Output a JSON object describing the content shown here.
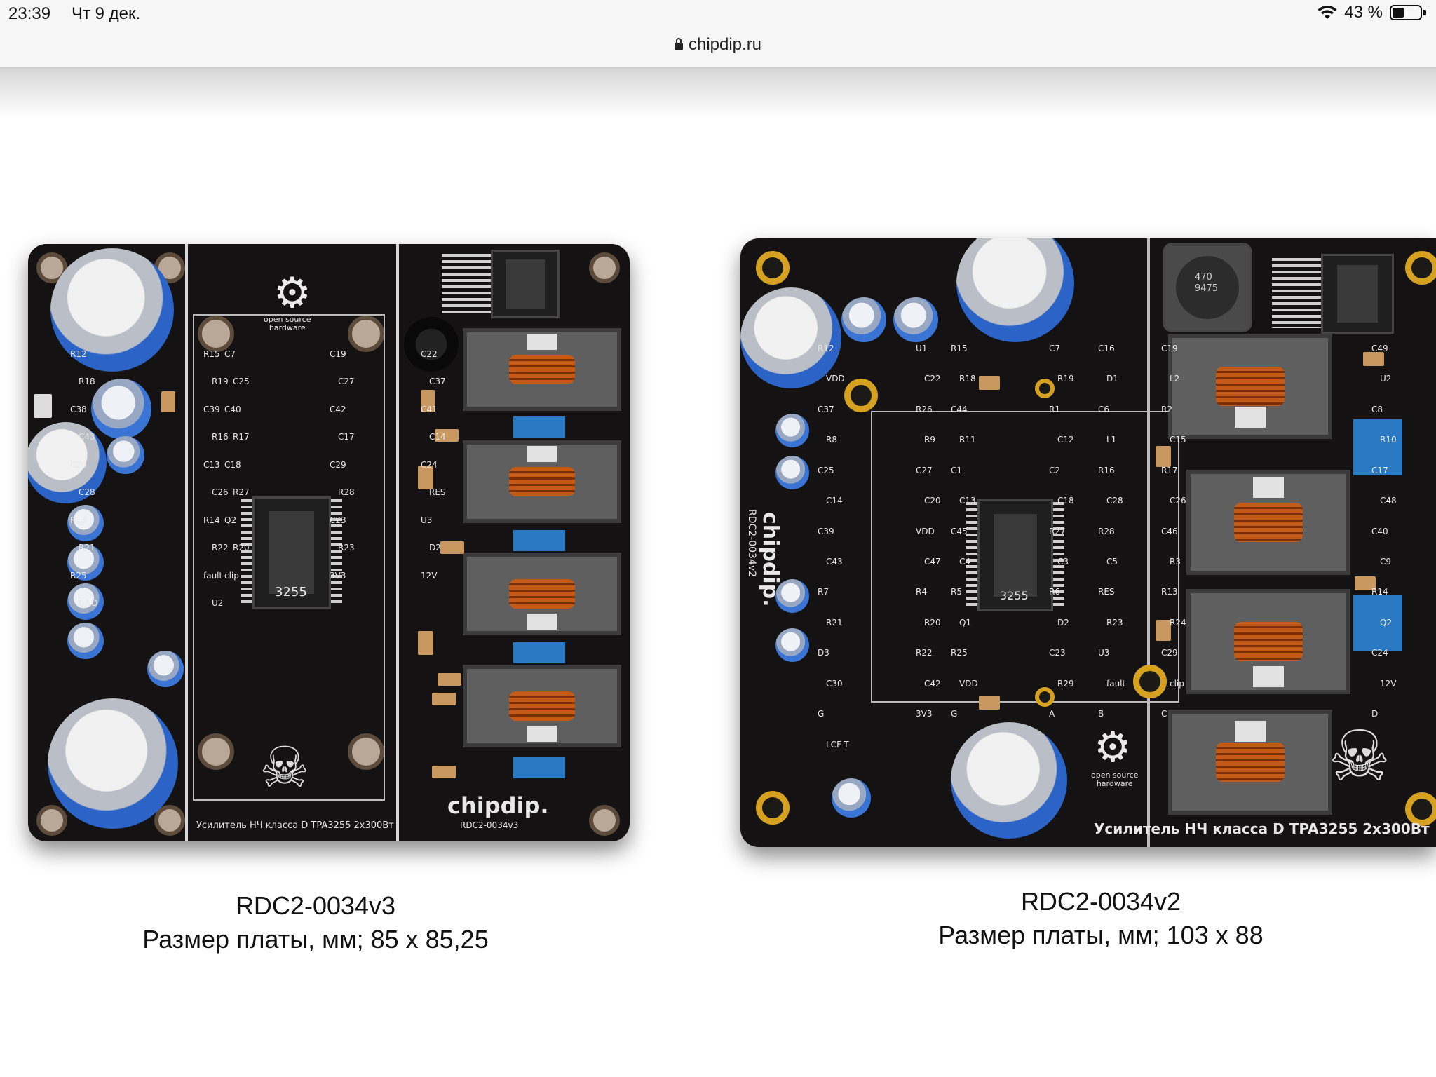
{
  "status_bar": {
    "time": "23:39",
    "date": "Чт 9 дек.",
    "battery_text": "43 %",
    "battery_level": 0.43,
    "wifi_icon": "wifi-icon",
    "battery_icon": "battery-icon"
  },
  "browser": {
    "url": "chipdip.ru",
    "lock_icon": "lock-icon"
  },
  "products": [
    {
      "title": "RDC2-0034v3",
      "size": "Размер платы, мм; 85 х 85,25",
      "board": {
        "brand": "chipdip.",
        "model": "RDC2-0034v3",
        "label": "Усилитель НЧ класса D TPA3255 2х300Вт",
        "chip_code": "3255",
        "logo_text": "open source\nhardware",
        "silk_labels": [
          "R12",
          "R15",
          "C7",
          "C19",
          "C22",
          "R18",
          "R19",
          "C25",
          "C27",
          "C37",
          "C38",
          "C39",
          "C40",
          "C42",
          "C41",
          "C43",
          "R16",
          "R17",
          "C17",
          "C14",
          "C20",
          "C13",
          "C18",
          "C29",
          "C24",
          "C28",
          "C26",
          "R27",
          "R28",
          "RES",
          "R13",
          "R14",
          "Q2",
          "C23",
          "U3",
          "R21",
          "R22",
          "R20",
          "R23",
          "D2",
          "R25",
          "fault",
          "clip",
          "3V3",
          "12V",
          "GND",
          "U2"
        ]
      }
    },
    {
      "title": "RDC2-0034v2",
      "size": "Размер платы, мм; 103 х 88",
      "board": {
        "brand": "chipdip.",
        "model": "RDC2-0034v2",
        "label": "Усилитель НЧ класса D TPA3255 2х300Вт",
        "chip_code": "3255",
        "logo_text": "open source\nhardware",
        "inductor_marking": "470\n9475",
        "silk_labels": [
          "R12",
          "U1",
          "R15",
          "C7",
          "C16",
          "C19",
          "C49",
          "VDD",
          "C22",
          "R18",
          "R19",
          "D1",
          "L2",
          "U2",
          "C37",
          "R26",
          "C44",
          "R1",
          "C6",
          "R2",
          "C8",
          "R8",
          "R9",
          "R11",
          "C12",
          "L1",
          "C15",
          "R10",
          "C25",
          "C27",
          "C1",
          "C2",
          "R16",
          "R17",
          "C17",
          "C14",
          "C20",
          "C13",
          "C18",
          "C28",
          "C26",
          "C48",
          "C39",
          "VDD",
          "C45",
          "R27",
          "R28",
          "C46",
          "C40",
          "C43",
          "C47",
          "C4",
          "C3",
          "C5",
          "R3",
          "C9",
          "R7",
          "R4",
          "R5",
          "R6",
          "RES",
          "R13",
          "R14",
          "R21",
          "R20",
          "Q1",
          "D2",
          "R23",
          "R24",
          "Q2",
          "D3",
          "R22",
          "R25",
          "C23",
          "U3",
          "C29",
          "C24",
          "C30",
          "C42",
          "VDD",
          "R29",
          "fault",
          "clip",
          "12V",
          "G",
          "3V3",
          "G",
          "A",
          "B",
          "C",
          "D",
          "LCF-T"
        ]
      }
    }
  ]
}
